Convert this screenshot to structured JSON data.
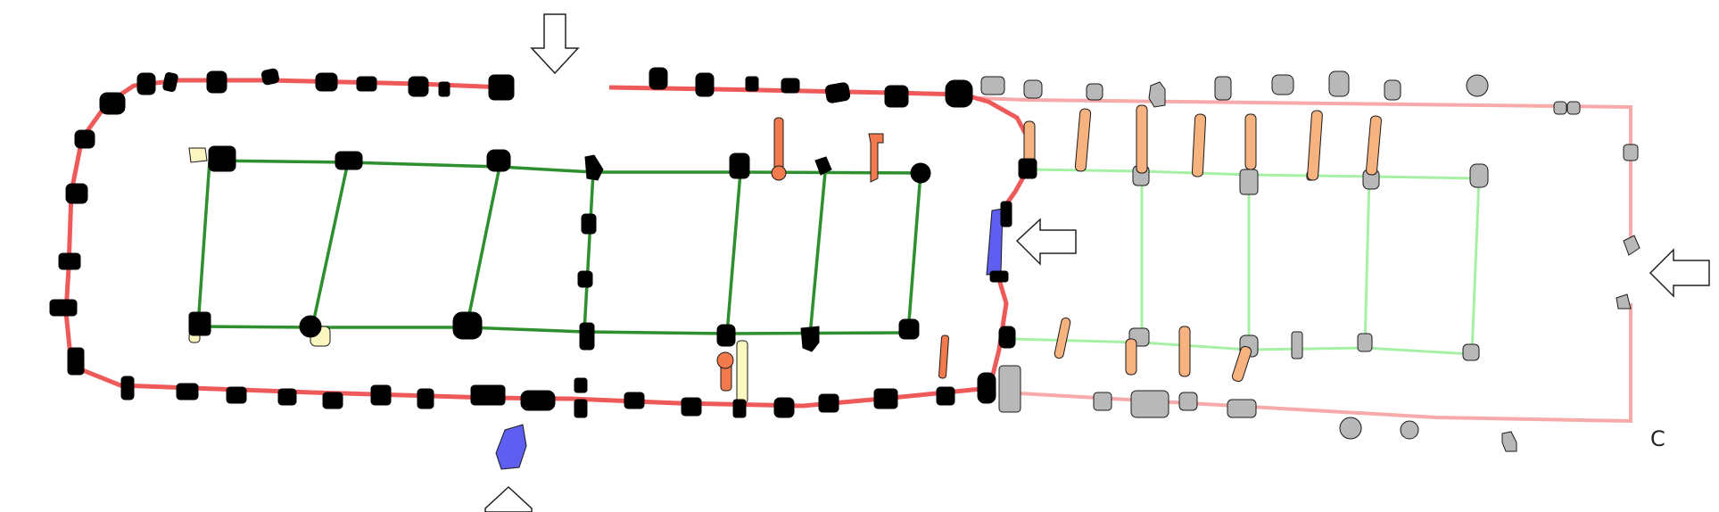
{
  "diagram": {
    "phase_label": "C",
    "colors": {
      "background": "#ffffff",
      "enclosure_old": "#ee5a5a",
      "enclosure_new": "#f7aaaa",
      "frame_old": "#2d8f2d",
      "frame_new": "#a6f0a6",
      "post_old": "#000000",
      "post_new": "#b8b8b8",
      "post_outline": "#1a1a1a",
      "posthole_orange": "#f27a4c",
      "posthole_peach": "#f6b27f",
      "posthole_yellow": "#fcf6c0",
      "feature_blue": "#5e5ef0",
      "arrow_fill": "#ffffff",
      "arrow_stroke": "#222222"
    },
    "arrows": [
      {
        "name": "entrance-arrow-north",
        "direction": "down"
      },
      {
        "name": "entrance-arrow-middle",
        "direction": "left"
      },
      {
        "name": "entrance-arrow-east",
        "direction": "left"
      },
      {
        "name": "entrance-arrow-south",
        "direction": "up"
      }
    ]
  }
}
